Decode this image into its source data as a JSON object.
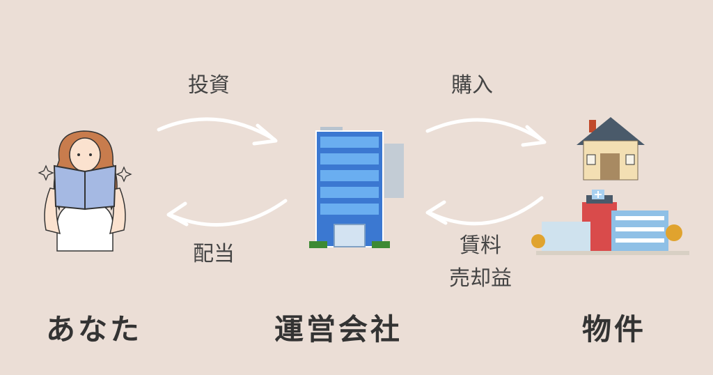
{
  "flows": {
    "invest": "投資",
    "dividend": "配当",
    "purchase": "購入",
    "rent": "賃料",
    "sale_profit": "売却益"
  },
  "entities": {
    "you": "あなた",
    "company": "運営会社",
    "property": "物件"
  },
  "icons": {
    "you": "woman-reading-book-icon",
    "company": "office-building-icon",
    "house": "house-icon",
    "hospital": "hospital-building-icon"
  },
  "colors": {
    "background": "#ebded6",
    "arrow": "#ffffff",
    "text": "#333333"
  }
}
